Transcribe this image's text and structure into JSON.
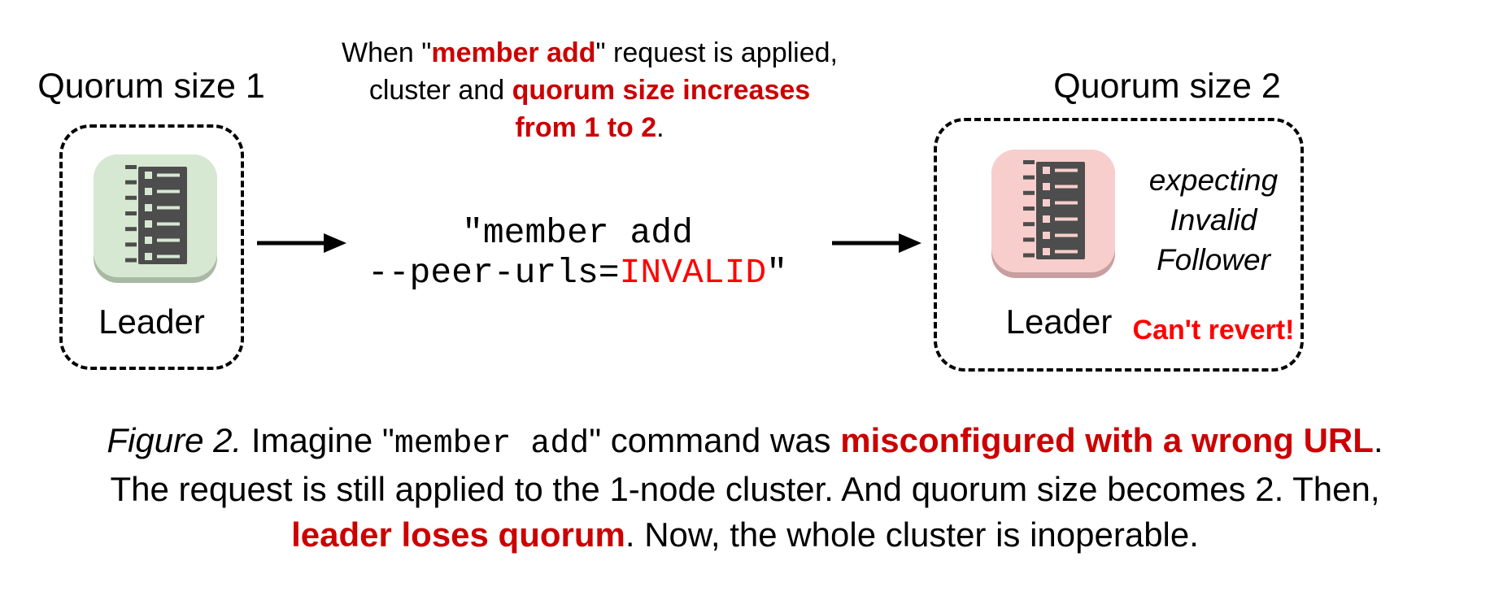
{
  "left": {
    "heading": "Quorum size 1",
    "node_label": "Leader"
  },
  "right": {
    "heading": "Quorum size 2",
    "node_label": "Leader",
    "expecting": [
      "expecting",
      "Invalid",
      "Follower"
    ],
    "warning": "Can't revert!"
  },
  "note": {
    "line1_pre": "When \"",
    "line1_em": "member add",
    "line1_post": "\" request is applied,",
    "line2_pre": "cluster and ",
    "line2_em": "quorum size increases",
    "line3_em": "from 1 to 2",
    "line3_post": "."
  },
  "command": {
    "line1": "\"member add",
    "line2_pre": "--peer-urls=",
    "line2_em": "INVALID",
    "line2_post": "\""
  },
  "caption": {
    "l1_figure": "Figure 2.",
    "l1_a": " Imagine \"",
    "l1_mono": "member add",
    "l1_b": "\" command was ",
    "l1_em": "misconfigured with a wrong URL",
    "l1_c": ".",
    "l2": "The request is still applied to the 1-node cluster. And quorum size becomes 2. Then,",
    "l3_em": "leader loses quorum",
    "l3_a": ". Now, the whole cluster is inoperable."
  },
  "icons": {
    "node": "log-journal-icon",
    "arrow": "arrow-right-icon"
  },
  "colors": {
    "emphasis_red": "#cc0000",
    "alert_red": "#ff0000",
    "leader_ok_fill": "#d7e8d2",
    "leader_ok_side": "#a9b9a4",
    "leader_bad_fill": "#f8cecc",
    "leader_bad_side": "#c79f9f",
    "icon_dark": "#4d4d4d"
  }
}
